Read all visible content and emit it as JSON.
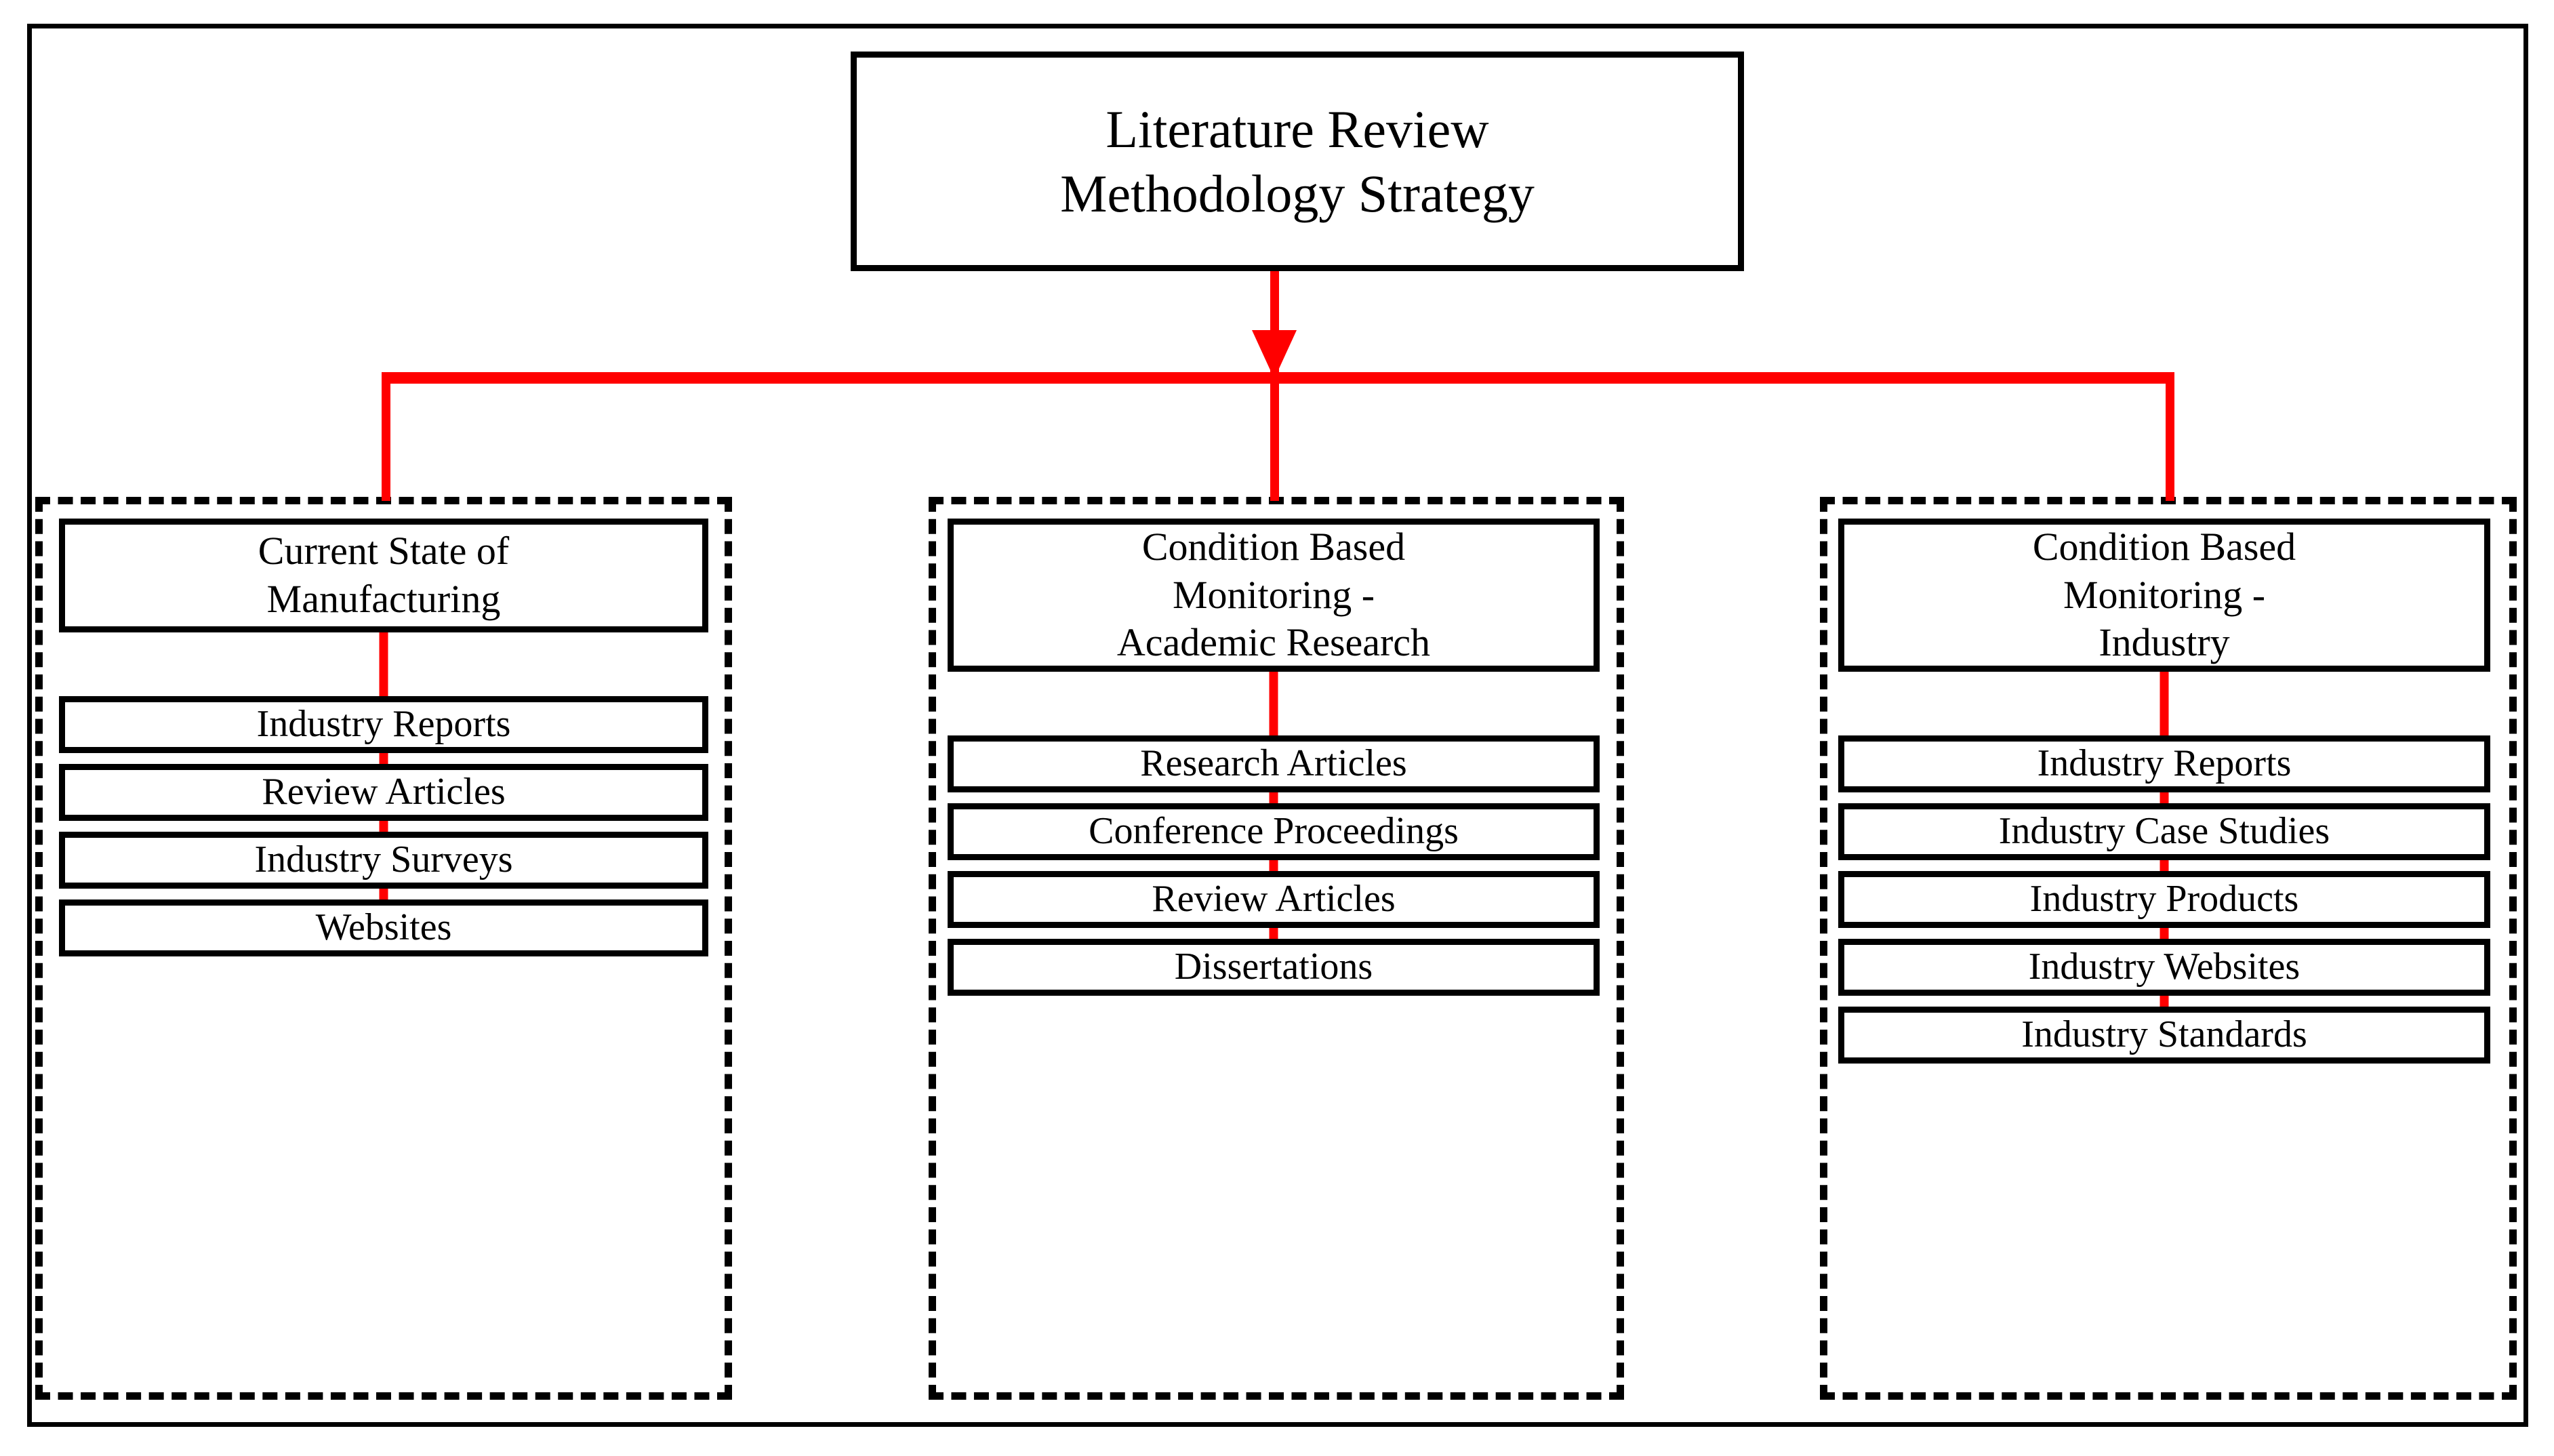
{
  "diagram": {
    "title": "Literature Review Methodology Strategy",
    "root": {
      "label": "Literature Review\nMethodology Strategy"
    },
    "colors": {
      "connector": "#FF0000",
      "border": "#000000",
      "background": "#FFFFFF"
    },
    "branches": [
      {
        "id": "current-state-of-manufacturing",
        "header": "Current State of\nManufacturing",
        "items": [
          "Industry Reports",
          "Review Articles",
          "Industry Surveys",
          "Websites"
        ]
      },
      {
        "id": "condition-based-monitoring-academic-research",
        "header": "Condition Based\nMonitoring -\nAcademic Research",
        "items": [
          "Research Articles",
          "Conference Proceedings",
          "Review Articles",
          "Dissertations"
        ]
      },
      {
        "id": "condition-based-monitoring-industry",
        "header": "Condition Based\nMonitoring -\nIndustry",
        "items": [
          "Industry Reports",
          "Industry Case Studies",
          "Industry Products",
          "Industry Websites",
          "Industry Standards"
        ]
      }
    ]
  }
}
